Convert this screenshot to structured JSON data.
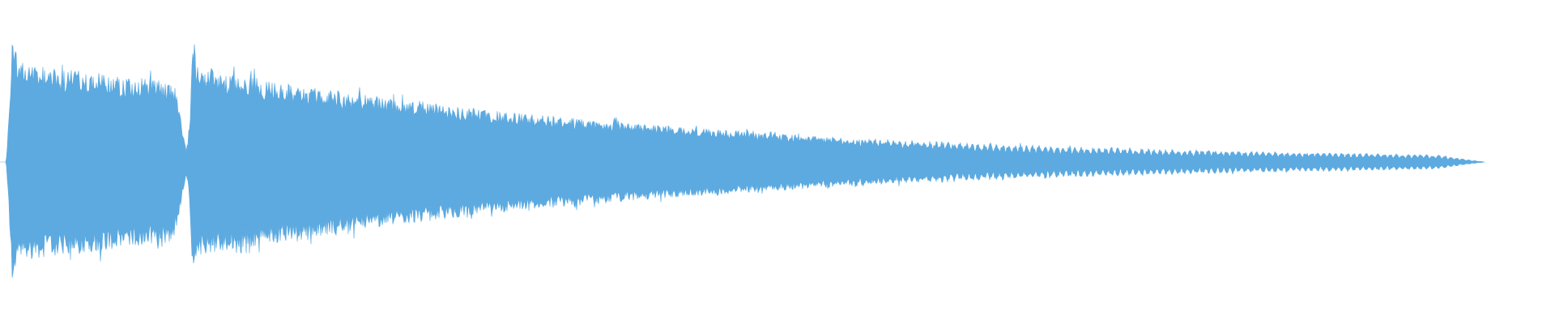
{
  "waveform": {
    "color": "#5DAAE0",
    "background": "#FFFFFF",
    "duration_fraction_drawn": 0.955,
    "onsets": [
      {
        "position": 0.004,
        "peak_level": 0.62,
        "decay": 0.98
      },
      {
        "position": 0.12,
        "peak_level": 0.6,
        "decay": 3.2
      }
    ],
    "tail_end_position": 0.955
  }
}
